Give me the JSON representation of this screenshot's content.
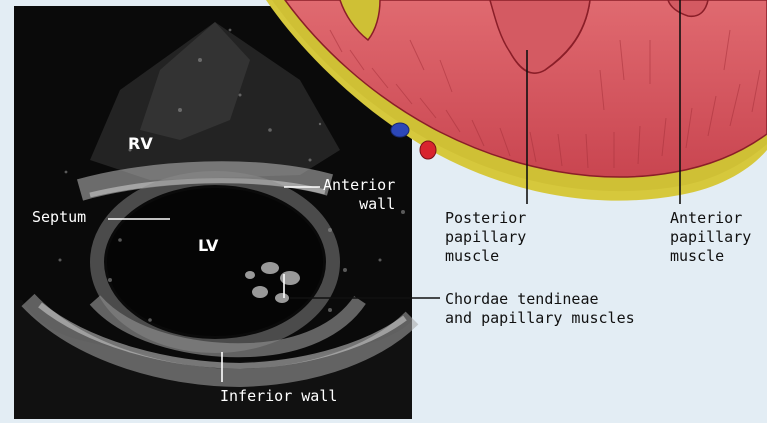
{
  "echo_labels": {
    "rv": "RV",
    "lv": "LV",
    "septum": "Septum",
    "anterior_wall": "Anterior\nwall",
    "inferior_wall": "Inferior wall"
  },
  "anatomy_labels": {
    "posterior_papillary": "Posterior\npapillary\nmuscle",
    "anterior_papillary": "Anterior\npapillary\nmuscle",
    "chordae": "Chordae tendineae\nand papillary muscles"
  },
  "colors": {
    "background": "#e3edf4",
    "echo_panel": "#0b0b0b",
    "myocardium": "#cf4c55",
    "fat": "#d6c83c",
    "vein": "#2c47b8",
    "artery": "#d8242e"
  }
}
